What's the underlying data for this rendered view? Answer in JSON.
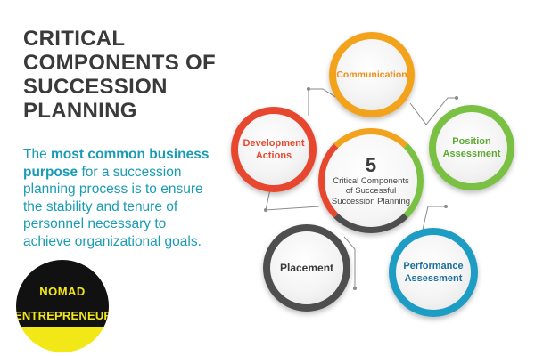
{
  "title": "CRITICAL COMPONENTS OF SUCCESSION PLANNING",
  "description": {
    "before": "The ",
    "highlight": "most common business purpose",
    "after": " for a succession planning process is to ensure the stability and tenure of personnel necessary to achieve organizational goals."
  },
  "logo": {
    "top": "NOMAD",
    "bottom": "ENTREPRENEUR"
  },
  "center": {
    "number": "5",
    "text": "Critical Components of Successful Succession Planning"
  },
  "components": {
    "communication": "Communication",
    "development": "Development Actions",
    "position": "Position Assessment",
    "placement": "Placement",
    "performance": "Performance Assessment"
  },
  "colors": {
    "communication": "#f2a31b",
    "development": "#e8472f",
    "position": "#7ac043",
    "placement": "#4e4e4e",
    "performance": "#1d9cc4",
    "title": "#3a3a3a",
    "description": "#1a9bb4",
    "logo_yellow": "#f3e817"
  }
}
